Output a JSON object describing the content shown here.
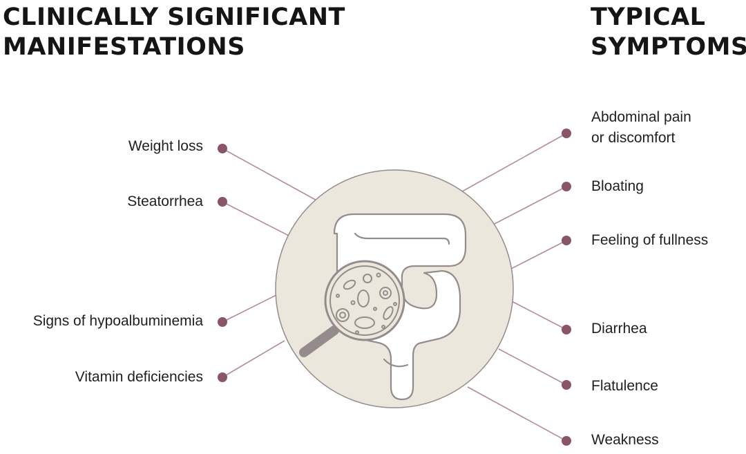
{
  "headings": {
    "left": [
      "CLINICALLY SIGNIFICANT",
      "MANIFESTATIONS"
    ],
    "right": [
      "TYPICAL",
      "SYMPTOMS"
    ]
  },
  "left_items": [
    {
      "label": "Weight loss"
    },
    {
      "label": "Steatorrhea"
    },
    {
      "label": "Signs of hypoalbuminemia"
    },
    {
      "label": "Vitamin deficiencies"
    }
  ],
  "right_items": [
    {
      "label": [
        "Abdominal pain",
        "or discomfort"
      ]
    },
    {
      "label": [
        "Bloating"
      ]
    },
    {
      "label": [
        "Feeling of fullness"
      ]
    },
    {
      "label": [
        "Diarrhea"
      ]
    },
    {
      "label": [
        "Flatulence"
      ]
    },
    {
      "label": [
        "Weakness"
      ]
    }
  ],
  "colors": {
    "accent": "#8a5566",
    "connector": "#b48c97",
    "circle_fill": "#ece7dd",
    "illustration_fill": "#ffffff",
    "illustration_stroke": "#958a8c",
    "text": "#1f1f1f"
  },
  "illustration": {
    "center": "intestine-icon",
    "overlay": "magnifier-icon",
    "detail": "microbes-icon"
  }
}
